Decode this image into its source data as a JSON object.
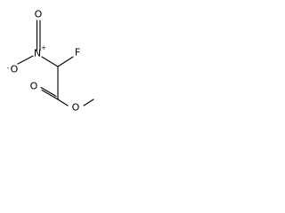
{
  "structure": {
    "atoms": {
      "nitro_o_top": "O",
      "nitro_o_left": "O",
      "nitro_o_left_charge": "-",
      "nitrogen": "N",
      "nitrogen_charge": "+",
      "fluorine": "F",
      "carbonyl_o": "O",
      "ester_o": "O"
    },
    "colors": {
      "bond": "#000000",
      "label": "#000000",
      "background": "#ffffff"
    }
  }
}
